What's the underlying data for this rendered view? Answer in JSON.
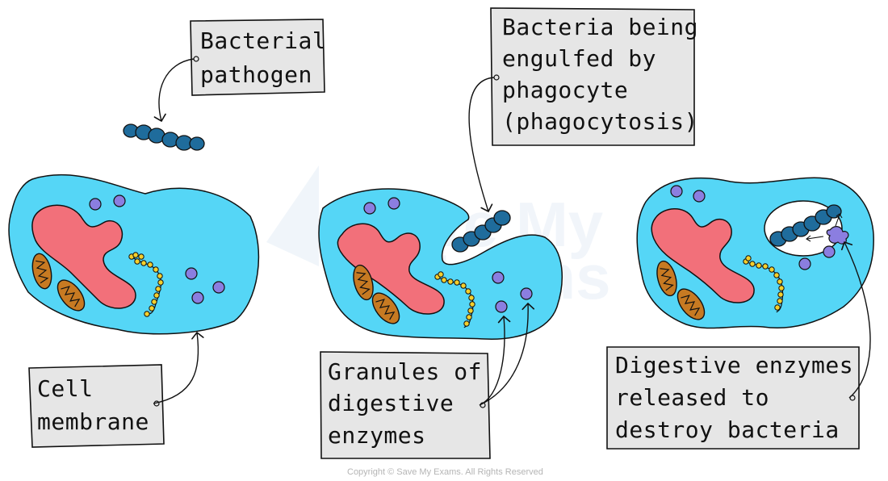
{
  "labels": {
    "pathogen": [
      "Bacterial",
      "pathogen"
    ],
    "engulfed": [
      "Bacteria being",
      "engulfed by",
      "phagocyte",
      "(phagocytosis)"
    ],
    "membrane": [
      "Cell",
      "membrane"
    ],
    "granules": [
      "Granules of",
      "digestive",
      "enzymes"
    ],
    "released": [
      "Digestive enzymes",
      "released to",
      "destroy bacteria"
    ]
  },
  "watermark": {
    "line1": "Save My",
    "line2": "Exams"
  },
  "copyright": "Copyright © Save My Exams. All Rights Reserved",
  "colors": {
    "cytoplasm": "#55d6f6",
    "nucleus": "#f2707a",
    "mitochondrion": "#c77a22",
    "granule": "#8b7ee0",
    "bacterium": "#1f6c9c",
    "er_bead": "#f4cf2c",
    "label_box": "#e6e6e6"
  }
}
